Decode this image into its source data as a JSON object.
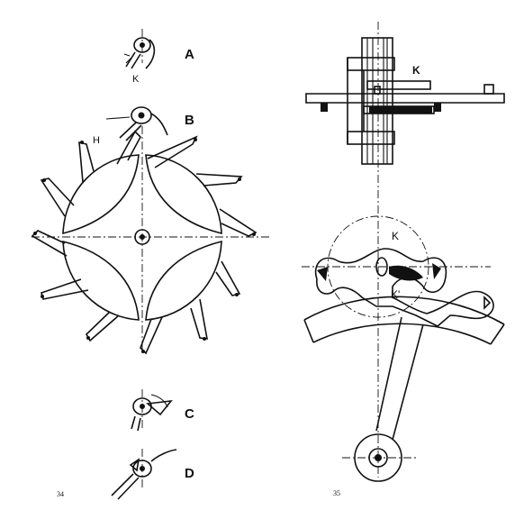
{
  "figure34": {
    "number": "34",
    "labels": {
      "A": "A",
      "K": "K",
      "B": "B",
      "H": "H",
      "C": "C",
      "D": "D"
    }
  },
  "figure35": {
    "number": "35",
    "labels": {
      "K_top": "K",
      "K_mid": "K",
      "K_prime": "K'"
    }
  }
}
